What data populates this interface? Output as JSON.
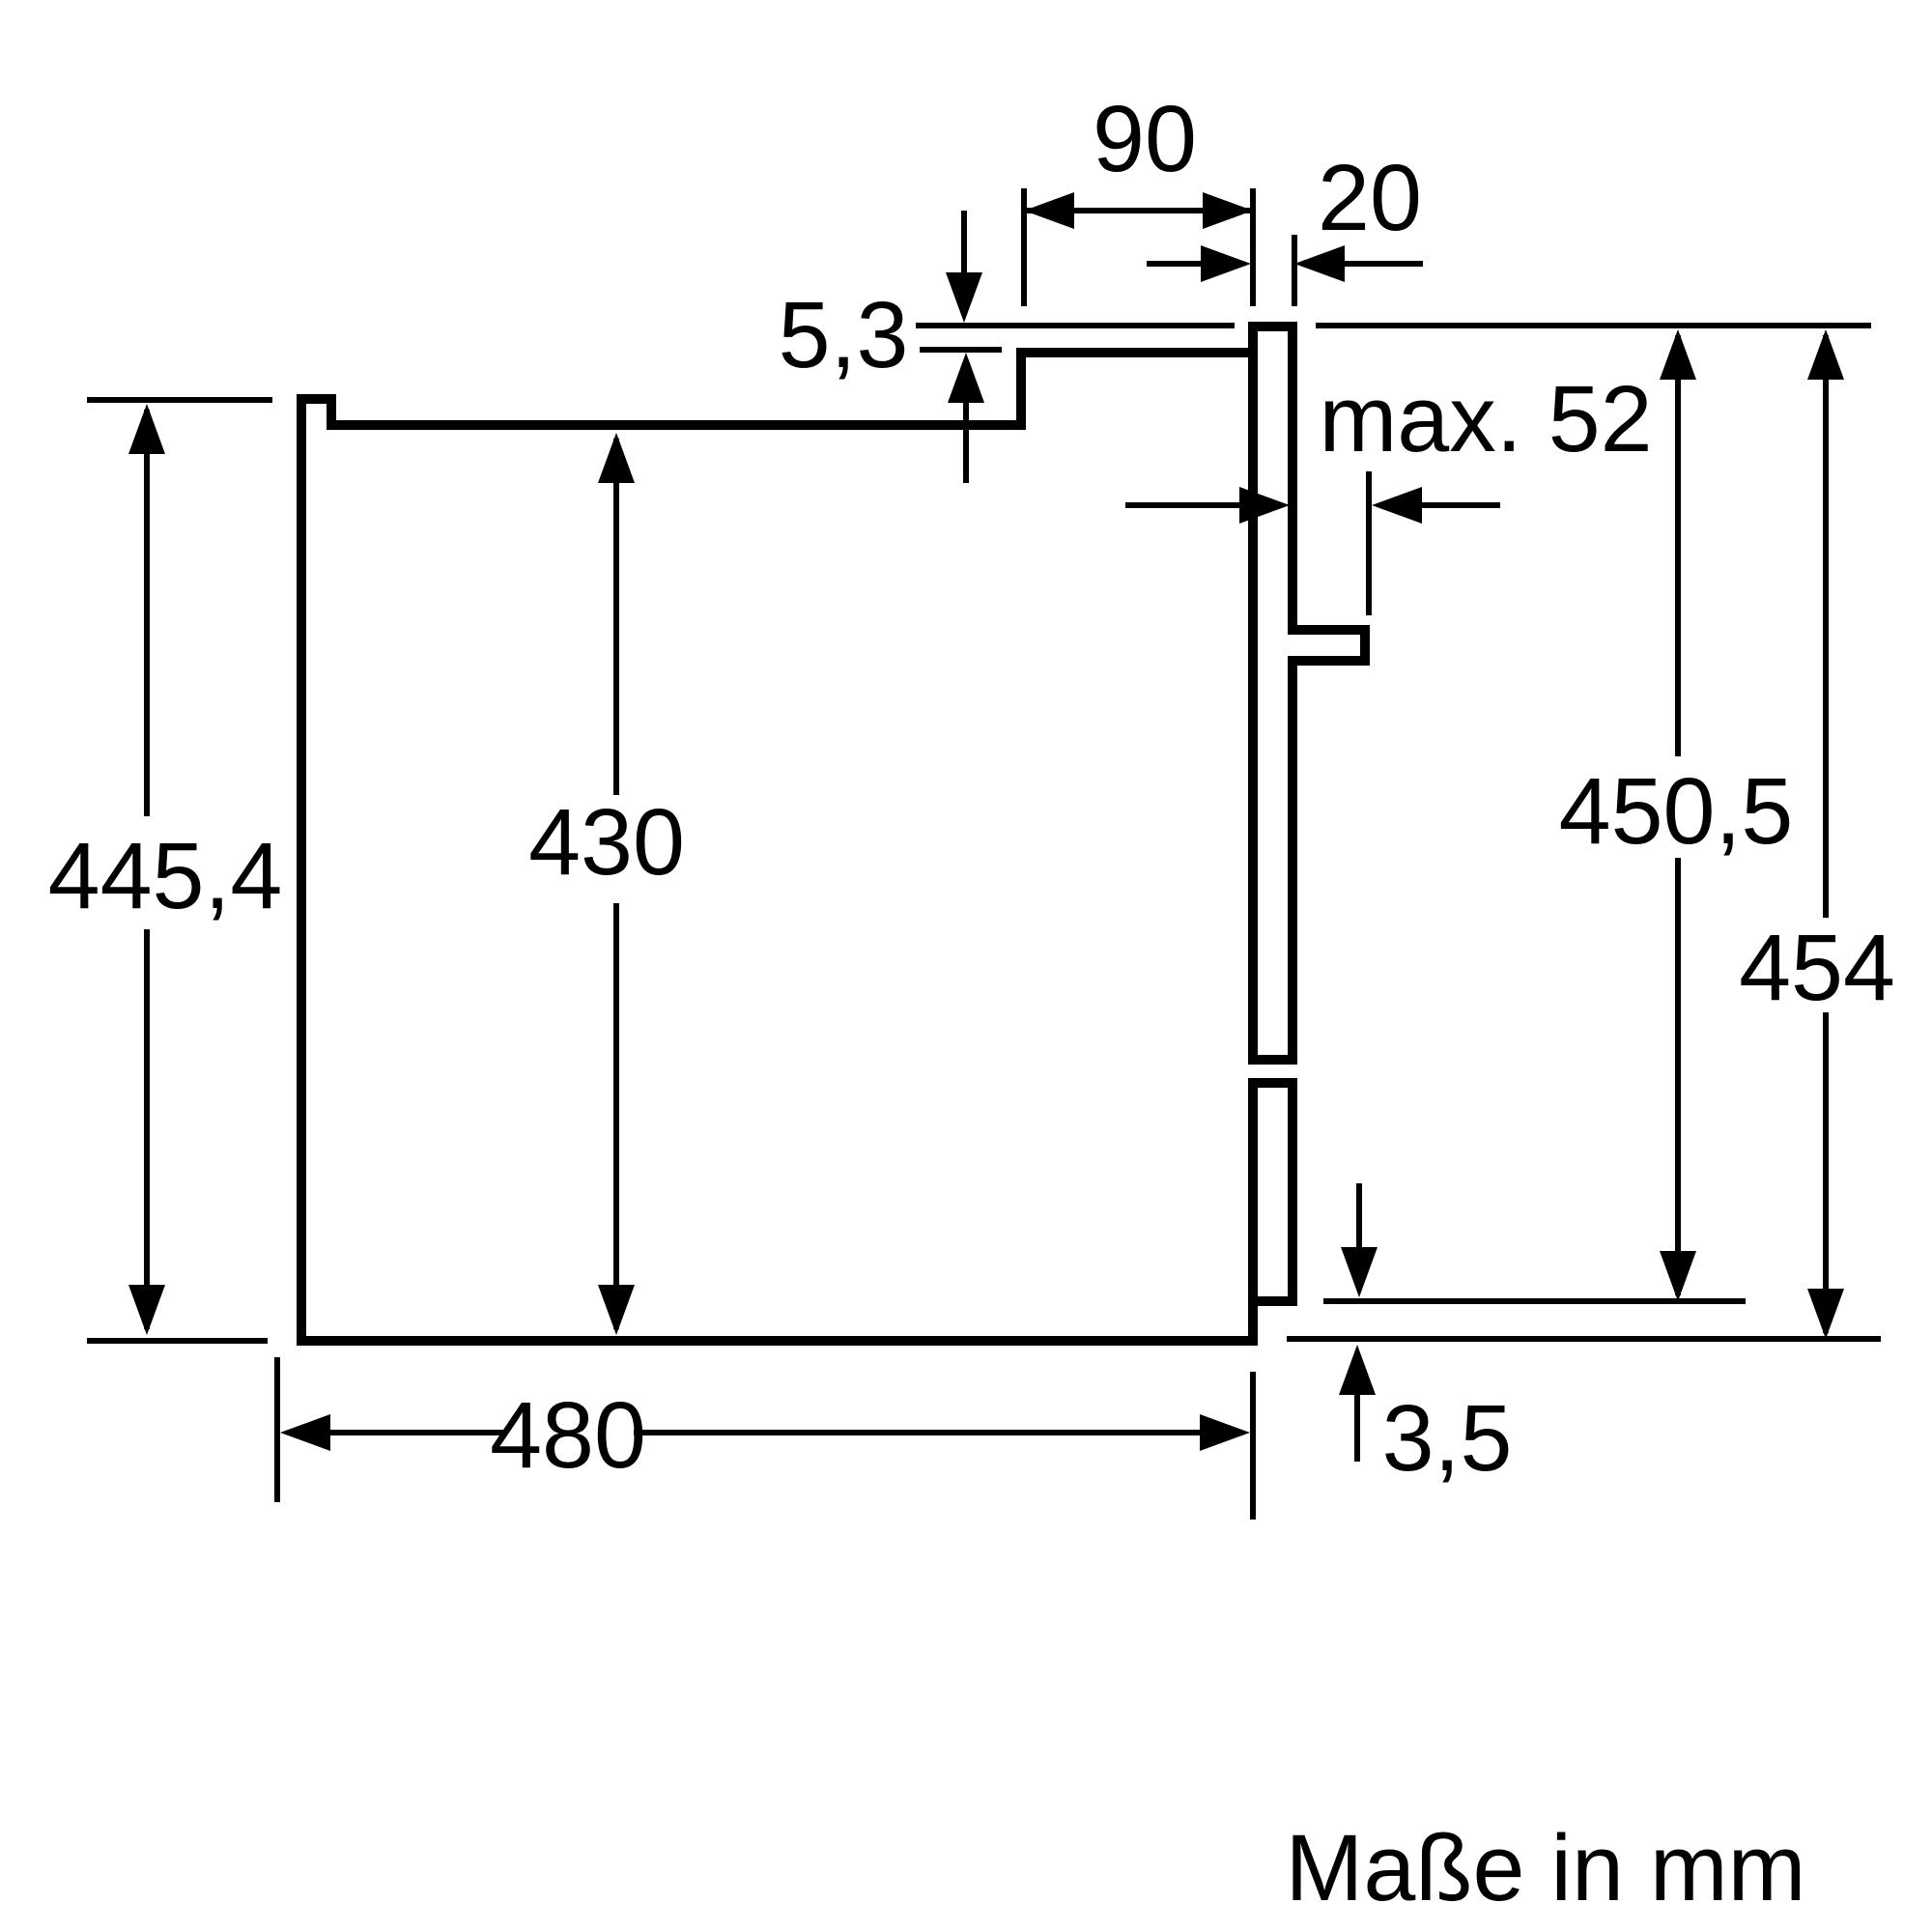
{
  "diagram": {
    "title_note": "Maße in mm",
    "colors": {
      "line": "#000000",
      "background": "#ffffff"
    },
    "dimensions": {
      "top_recess_width": "90",
      "panel_thickness": "20",
      "top_gap": "5,3",
      "max_protrusion": "max. 52",
      "outer_left_height": "445,4",
      "niche_inner_height": "430",
      "front_inner_height": "450,5",
      "front_outer_height": "454",
      "niche_width": "480",
      "bottom_gap": "3,5"
    }
  }
}
